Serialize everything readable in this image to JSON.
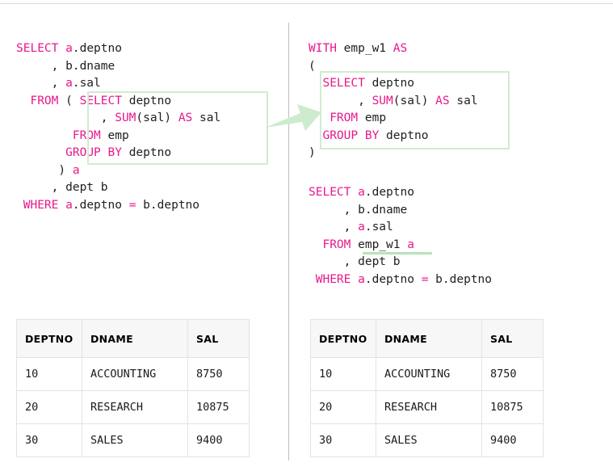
{
  "colors": {
    "keyword": "#e8188c",
    "plain": "#202020",
    "highlight_border": "#cfeccf",
    "arrow": "#cdebcd",
    "divider": "#bfbfbf",
    "table_border": "#e3e3e3",
    "table_header_bg": "#f7f7f7"
  },
  "left_panel": {
    "title": "inline-subquery-version",
    "code_lines": [
      [
        {
          "t": "SELECT",
          "c": "kw"
        },
        {
          "t": " ",
          "c": "pl"
        },
        {
          "t": "a",
          "c": "alias"
        },
        {
          "t": ".deptno",
          "c": "pl"
        }
      ],
      [
        {
          "t": "     , b.dname",
          "c": "pl"
        }
      ],
      [
        {
          "t": "     , ",
          "c": "pl"
        },
        {
          "t": "a",
          "c": "alias"
        },
        {
          "t": ".sal",
          "c": "pl"
        }
      ],
      [
        {
          "t": "  ",
          "c": "pl"
        },
        {
          "t": "FROM",
          "c": "kw"
        },
        {
          "t": " ( ",
          "c": "pl"
        },
        {
          "t": "SELECT",
          "c": "kw"
        },
        {
          "t": " deptno",
          "c": "pl"
        }
      ],
      [
        {
          "t": "            , ",
          "c": "pl"
        },
        {
          "t": "SUM",
          "c": "kw"
        },
        {
          "t": "(sal) ",
          "c": "pl"
        },
        {
          "t": "AS",
          "c": "kw"
        },
        {
          "t": " sal",
          "c": "pl"
        }
      ],
      [
        {
          "t": "        ",
          "c": "pl"
        },
        {
          "t": "FROM",
          "c": "kw"
        },
        {
          "t": " emp",
          "c": "pl"
        }
      ],
      [
        {
          "t": "       ",
          "c": "pl"
        },
        {
          "t": "GROUP",
          "c": "kw"
        },
        {
          "t": " ",
          "c": "pl"
        },
        {
          "t": "BY",
          "c": "kw"
        },
        {
          "t": " deptno",
          "c": "pl"
        }
      ],
      [
        {
          "t": "      ) ",
          "c": "pl"
        },
        {
          "t": "a",
          "c": "alias"
        }
      ],
      [
        {
          "t": "     , dept b",
          "c": "pl"
        }
      ],
      [
        {
          "t": " ",
          "c": "pl"
        },
        {
          "t": "WHERE",
          "c": "kw"
        },
        {
          "t": " ",
          "c": "pl"
        },
        {
          "t": "a",
          "c": "alias"
        },
        {
          "t": ".deptno ",
          "c": "pl"
        },
        {
          "t": "=",
          "c": "op"
        },
        {
          "t": " b.deptno",
          "c": "pl"
        }
      ]
    ]
  },
  "right_panel": {
    "title": "with-cte-version",
    "cte_lines": [
      [
        {
          "t": "WITH",
          "c": "kw"
        },
        {
          "t": " emp_w1 ",
          "c": "pl"
        },
        {
          "t": "AS",
          "c": "kw"
        }
      ],
      [
        {
          "t": "(",
          "c": "pl"
        }
      ],
      [
        {
          "t": "  ",
          "c": "pl"
        },
        {
          "t": "SELECT",
          "c": "kw"
        },
        {
          "t": " deptno",
          "c": "pl"
        }
      ],
      [
        {
          "t": "       , ",
          "c": "pl"
        },
        {
          "t": "SUM",
          "c": "kw"
        },
        {
          "t": "(sal) ",
          "c": "pl"
        },
        {
          "t": "AS",
          "c": "kw"
        },
        {
          "t": " sal",
          "c": "pl"
        }
      ],
      [
        {
          "t": "   ",
          "c": "pl"
        },
        {
          "t": "FROM",
          "c": "kw"
        },
        {
          "t": " emp",
          "c": "pl"
        }
      ],
      [
        {
          "t": "  ",
          "c": "pl"
        },
        {
          "t": "GROUP",
          "c": "kw"
        },
        {
          "t": " ",
          "c": "pl"
        },
        {
          "t": "BY",
          "c": "kw"
        },
        {
          "t": " deptno",
          "c": "pl"
        }
      ],
      [
        {
          "t": ")",
          "c": "pl"
        }
      ]
    ],
    "main_lines": [
      [
        {
          "t": "SELECT",
          "c": "kw"
        },
        {
          "t": " ",
          "c": "pl"
        },
        {
          "t": "a",
          "c": "alias"
        },
        {
          "t": ".deptno",
          "c": "pl"
        }
      ],
      [
        {
          "t": "     , b.dname",
          "c": "pl"
        }
      ],
      [
        {
          "t": "     , ",
          "c": "pl"
        },
        {
          "t": "a",
          "c": "alias"
        },
        {
          "t": ".sal",
          "c": "pl"
        }
      ],
      [
        {
          "t": "  ",
          "c": "pl"
        },
        {
          "t": "FROM",
          "c": "kw"
        },
        {
          "t": " emp_w1 ",
          "c": "pl"
        },
        {
          "t": "a",
          "c": "alias"
        }
      ],
      [
        {
          "t": "     , dept b",
          "c": "pl"
        }
      ],
      [
        {
          "t": " ",
          "c": "pl"
        },
        {
          "t": "WHERE",
          "c": "kw"
        },
        {
          "t": " ",
          "c": "pl"
        },
        {
          "t": "a",
          "c": "alias"
        },
        {
          "t": ".deptno ",
          "c": "pl"
        },
        {
          "t": "=",
          "c": "op"
        },
        {
          "t": " b.deptno",
          "c": "pl"
        }
      ]
    ]
  },
  "result_table": {
    "columns": [
      "DEPTNO",
      "DNAME",
      "SAL"
    ],
    "rows": [
      [
        "10",
        "ACCOUNTING",
        "8750"
      ],
      [
        "20",
        "RESEARCH",
        "10875"
      ],
      [
        "30",
        "SALES",
        "9400"
      ]
    ]
  },
  "annotations": {
    "arrow_label": "transform-arrow",
    "left_highlight_label": "inline-view-highlight",
    "right_highlight_label": "cte-body-highlight",
    "underline_label": "cte-reference-underline"
  }
}
